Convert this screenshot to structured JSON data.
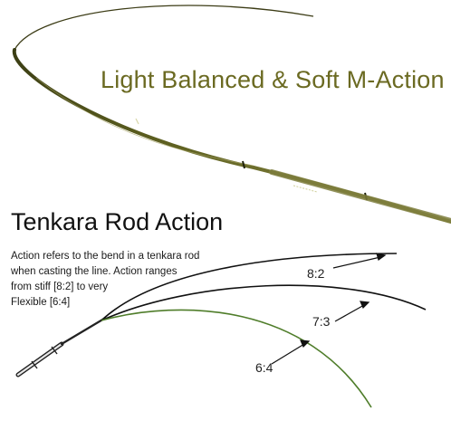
{
  "headline": "Light Balanced & Soft M-Action",
  "section": {
    "title": "Tenkara Rod Action",
    "description_lines": [
      "Action refers to the bend in a tenkara rod",
      "when casting the line. Action ranges",
      "from stiff [8:2] to very",
      "Flexible [6:4]"
    ]
  },
  "action_curves": [
    {
      "label": "8:2",
      "color": "#111111"
    },
    {
      "label": "7:3",
      "color": "#111111"
    },
    {
      "label": "6:4",
      "color": "#4f7d2a"
    }
  ],
  "colors": {
    "headline": "#6b6a22",
    "rod_dark": "#2f3410",
    "rod_mid": "#6f7228",
    "rod_light": "#9a9a56"
  }
}
